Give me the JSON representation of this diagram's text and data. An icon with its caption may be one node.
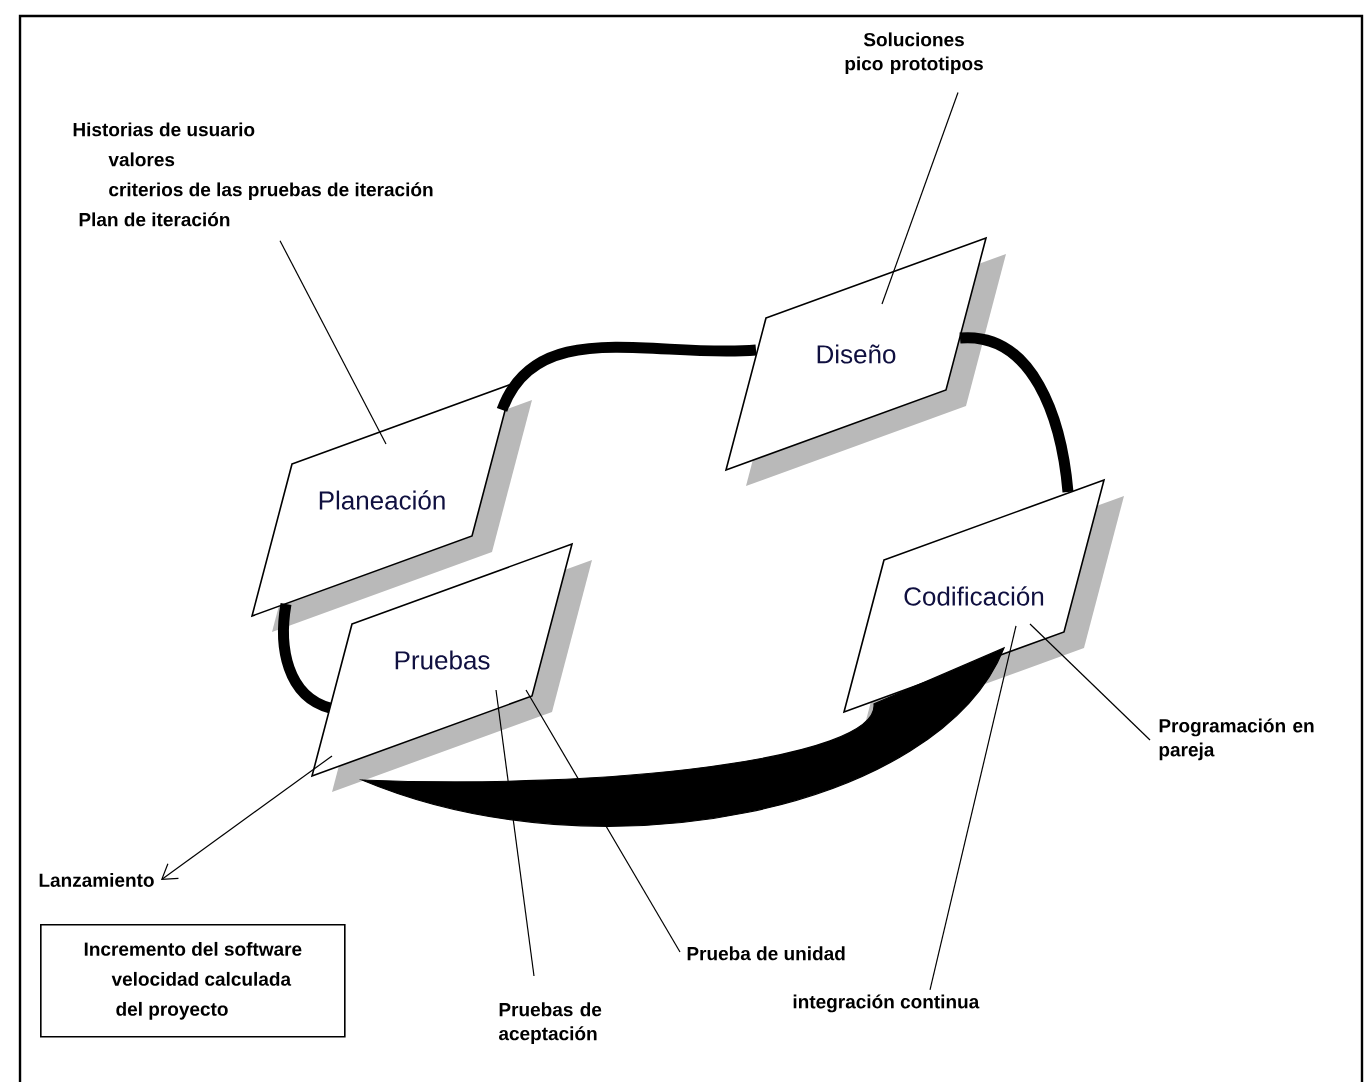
{
  "diagram": {
    "nodes": [
      {
        "text": [
          "Planeación"
        ]
      },
      {
        "text": [
          "Diseño"
        ]
      },
      {
        "text": [
          "Codificación"
        ]
      },
      {
        "text": [
          "Pruebas"
        ]
      },
      {
        "text": [
          "Historias de usuario",
          "valores",
          "criterios de las pruebas de iteración",
          "Plan de iteración"
        ]
      },
      {
        "text": [
          "Soluciones pico prototipos"
        ]
      },
      {
        "text": [
          "Programación en pareja"
        ]
      },
      {
        "text": [
          "Lanzamiento"
        ]
      },
      {
        "text": [
          "Incremento del software",
          "velocidad calculada",
          "del proyecto"
        ]
      },
      {
        "text": [
          "Pruebas de aceptación"
        ]
      },
      {
        "text": [
          "Prueba de unidad"
        ]
      },
      {
        "text": [
          "integración continua"
        ]
      }
    ],
    "edges": [
      {
        "from": 0,
        "to": 1,
        "arrow": "none",
        "style": "thick"
      },
      {
        "from": 1,
        "to": 2,
        "arrow": "none",
        "style": "thick"
      },
      {
        "from": 2,
        "to": 3,
        "arrow": "none",
        "style": "thick"
      },
      {
        "from": 3,
        "to": 0,
        "arrow": "none",
        "style": "thick"
      },
      {
        "from": 4,
        "to": 0,
        "arrow": "none"
      },
      {
        "from": 5,
        "to": 1,
        "arrow": "none"
      },
      {
        "from": 6,
        "to": 2,
        "arrow": "none"
      },
      {
        "from": 3,
        "to": 7,
        "arrow": "to"
      },
      {
        "from": 9,
        "to": 3,
        "arrow": "none"
      },
      {
        "from": 10,
        "to": 3,
        "arrow": "none"
      },
      {
        "from": 11,
        "to": 2,
        "arrow": "none"
      }
    ]
  }
}
